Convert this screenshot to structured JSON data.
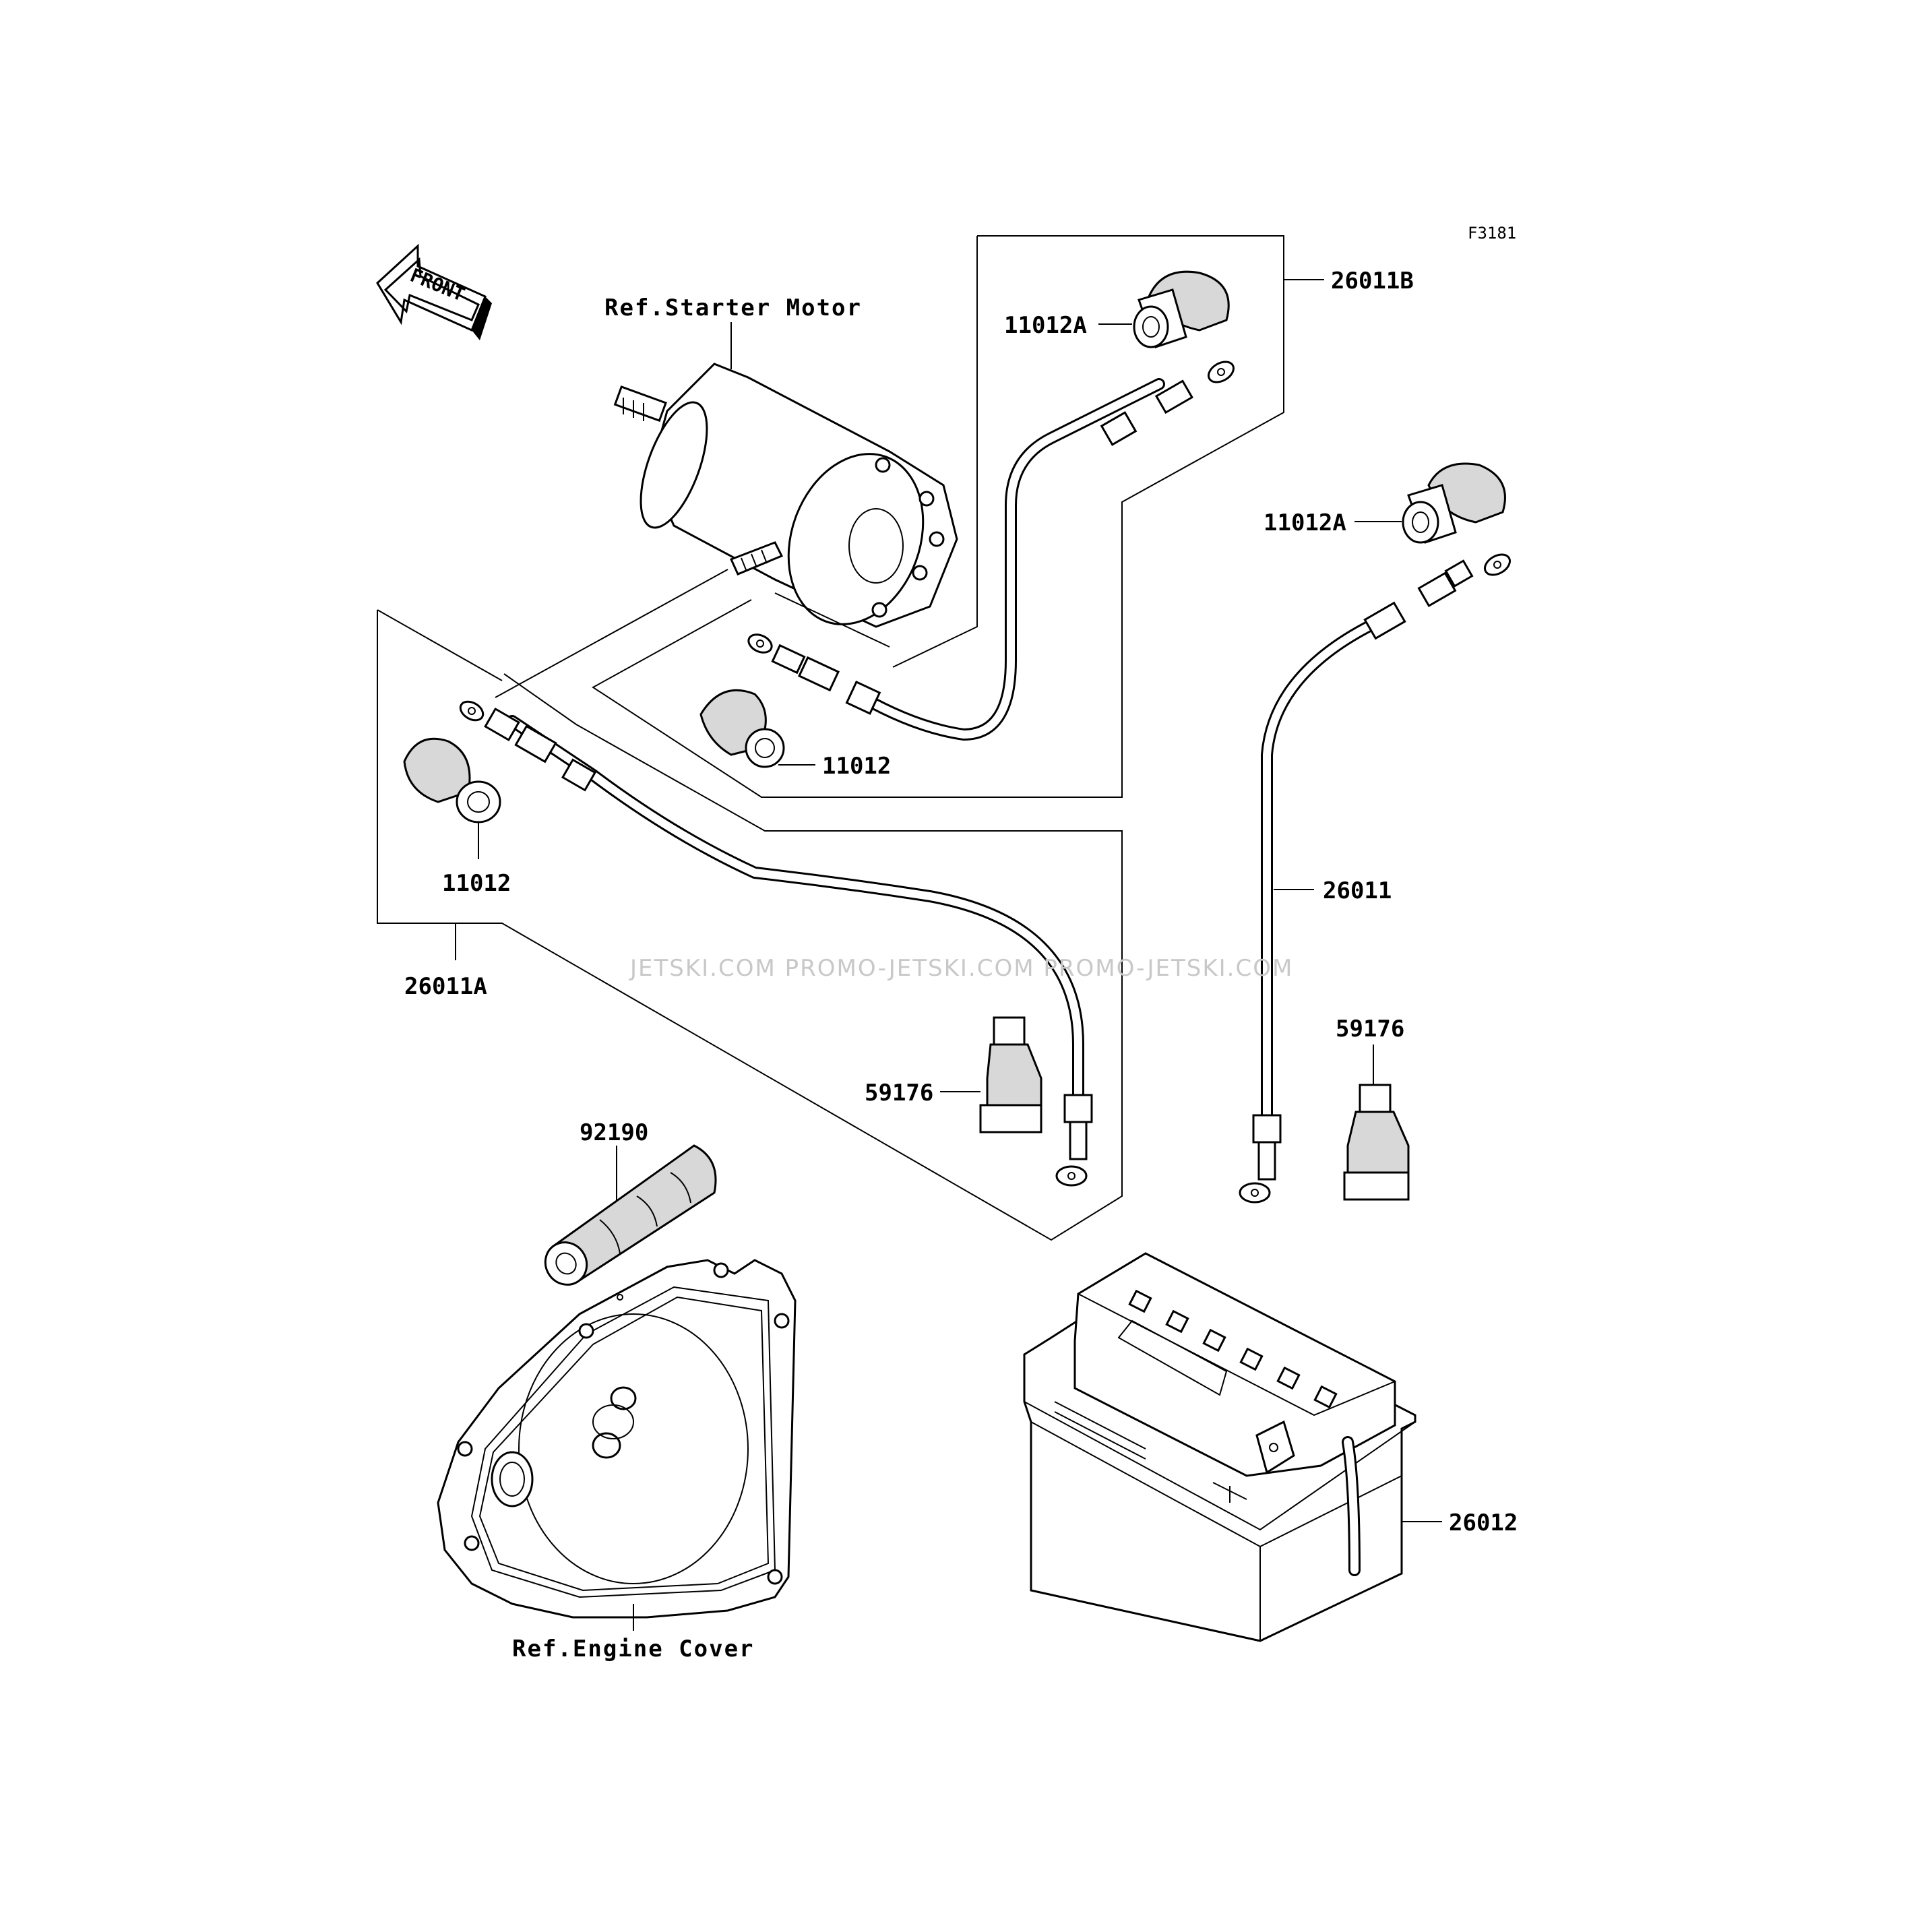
{
  "figure_code": "F3181",
  "front_marker": "FRONT",
  "watermark": "JETSKI.COM   PROMO-JETSKI.COM   PROMO-JETSKI.COM",
  "labels": {
    "ref_starter_motor": "Ref.Starter Motor",
    "ref_engine_cover": "Ref.Engine Cover",
    "p26011B": "26011B",
    "p11012A_top": "11012A",
    "p11012A_right": "11012A",
    "p11012_mid": "11012",
    "p11012_left": "11012",
    "p26011": "26011",
    "p26011A": "26011A",
    "p59176_mid": "59176",
    "p59176_right": "59176",
    "p92190": "92190",
    "p26012": "26012"
  }
}
